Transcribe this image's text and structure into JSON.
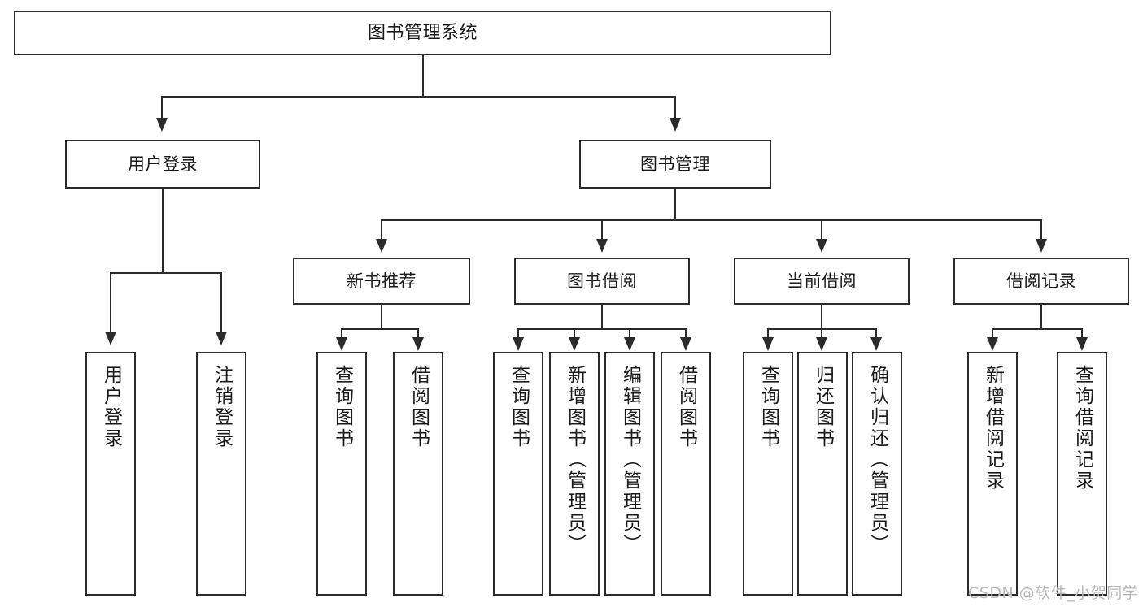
{
  "diagram": {
    "title": "图书管理系统",
    "type": "tree-hierarchy-chart",
    "root": {
      "label": "图书管理系统"
    },
    "level2": [
      {
        "label": "用户登录"
      },
      {
        "label": "图书管理"
      }
    ],
    "level3": [
      {
        "label": "新书推荐"
      },
      {
        "label": "图书借阅"
      },
      {
        "label": "当前借阅"
      },
      {
        "label": "借阅记录"
      }
    ],
    "leaves": {
      "user_login": [
        {
          "label": "用户登录"
        },
        {
          "label": "注销登录"
        }
      ],
      "new_book_recommend": [
        {
          "label": "查询图书"
        },
        {
          "label": "借阅图书"
        }
      ],
      "book_borrow": [
        {
          "label": "查询图书"
        },
        {
          "label": "新增图书（管理员）"
        },
        {
          "label": "编辑图书（管理员）"
        },
        {
          "label": "借阅图书"
        }
      ],
      "current_borrow": [
        {
          "label": "查询图书"
        },
        {
          "label": "归还图书"
        },
        {
          "label": "确认归还（管理员）"
        }
      ],
      "borrow_record": [
        {
          "label": "新增借阅记录"
        },
        {
          "label": "查询借阅记录"
        }
      ]
    }
  },
  "watermark": {
    "text": "CSDN @软件_小贺同学"
  },
  "colors": {
    "stroke": "#2b2b2b",
    "text": "#1a1a1a",
    "background": "#ffffff",
    "watermark": "#b8b8b8"
  }
}
